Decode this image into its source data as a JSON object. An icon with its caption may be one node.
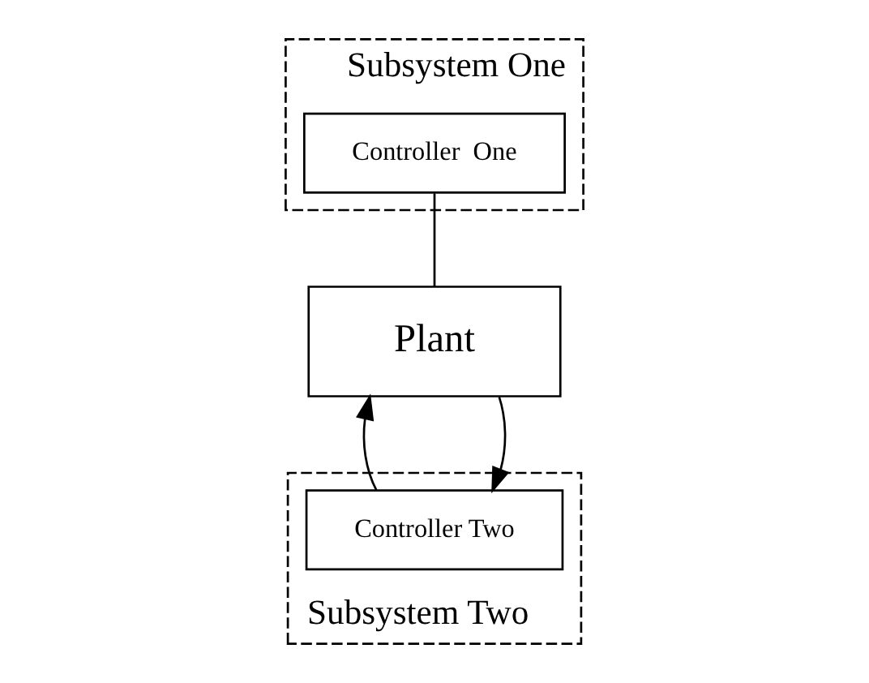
{
  "diagram": {
    "nodes": [
      {
        "text": [
          "Subsystem One"
        ]
      },
      {
        "text": [
          "Controller  One"
        ],
        "in": 0
      },
      {
        "text": [
          "Subsystem Two"
        ]
      },
      {
        "text": [
          "Plant"
        ]
      },
      {
        "text": [
          "Controller Two"
        ],
        "in": 2
      }
    ],
    "edges": [
      {
        "from": 1,
        "to": 3,
        "arrow": "none"
      },
      {
        "from": 4,
        "to": 3,
        "arrow": "to"
      },
      {
        "from": 3,
        "to": 4,
        "arrow": "to"
      }
    ]
  }
}
